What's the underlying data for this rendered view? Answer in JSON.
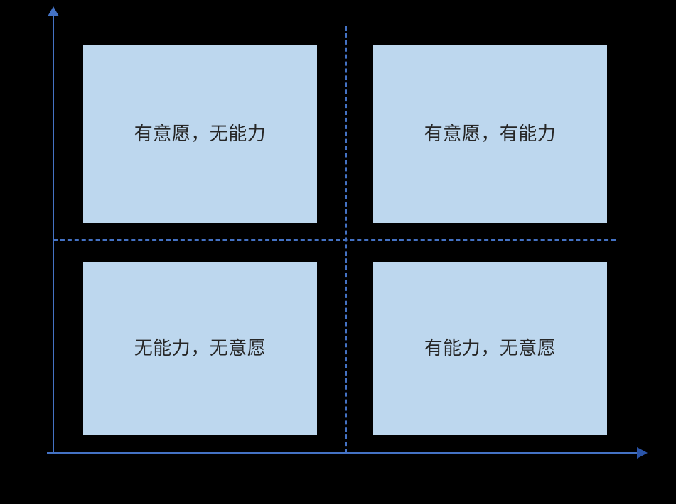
{
  "diagram": {
    "type": "2x2-matrix",
    "background_color": "#000000",
    "box_fill_color": "#bdd7ee",
    "axis_color": "#4472c4",
    "label_color": "#262626",
    "axes": {
      "y_axis_name": "vertical-axis",
      "x_axis_name": "horizontal-axis",
      "y_arrow": "arrow-up",
      "x_arrow": "arrow-right"
    },
    "dividers": {
      "vertical": "dashed-vertical-divider",
      "horizontal": "dashed-horizontal-divider"
    },
    "quadrants": [
      {
        "id": "top-left",
        "label": "有意愿，无能力"
      },
      {
        "id": "top-right",
        "label": "有意愿，有能力"
      },
      {
        "id": "bottom-left",
        "label": "无能力，无意愿"
      },
      {
        "id": "bottom-right",
        "label": "有能力，无意愿"
      }
    ]
  }
}
